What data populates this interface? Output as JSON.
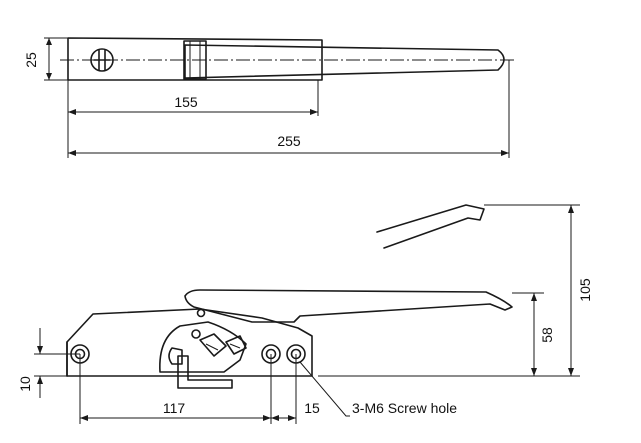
{
  "dimensions": {
    "height_top": "25",
    "length_155": "155",
    "length_255": "255",
    "height_105": "105",
    "height_58": "58",
    "offset_10": "10",
    "spacing_117": "117",
    "spacing_15": "15"
  },
  "callouts": {
    "screw_hole": "3-M6 Screw hole"
  }
}
